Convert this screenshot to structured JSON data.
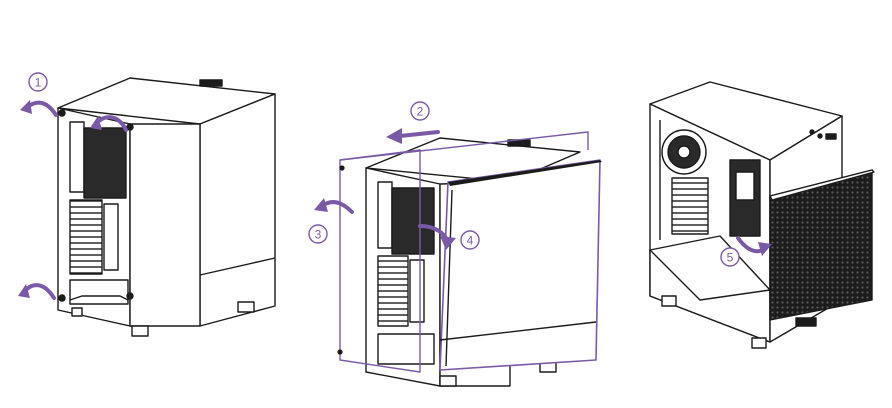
{
  "colors": {
    "line": "#1b1b1b",
    "accent": "#7a5aa6",
    "panel_fill": "#ffffff",
    "dark_fill": "#2a2a2a",
    "mesh_fill": "#1c1c1c",
    "badge_bg": "#ffffff"
  },
  "steps": [
    {
      "number": "1",
      "label": "①"
    },
    {
      "number": "2",
      "label": "②"
    },
    {
      "number": "3",
      "label": "③"
    },
    {
      "number": "4",
      "label": "④"
    },
    {
      "number": "5",
      "label": "⑤"
    }
  ],
  "icons": {
    "arrow": "curved-arrow-icon",
    "screw": "thumbscrew-icon"
  }
}
